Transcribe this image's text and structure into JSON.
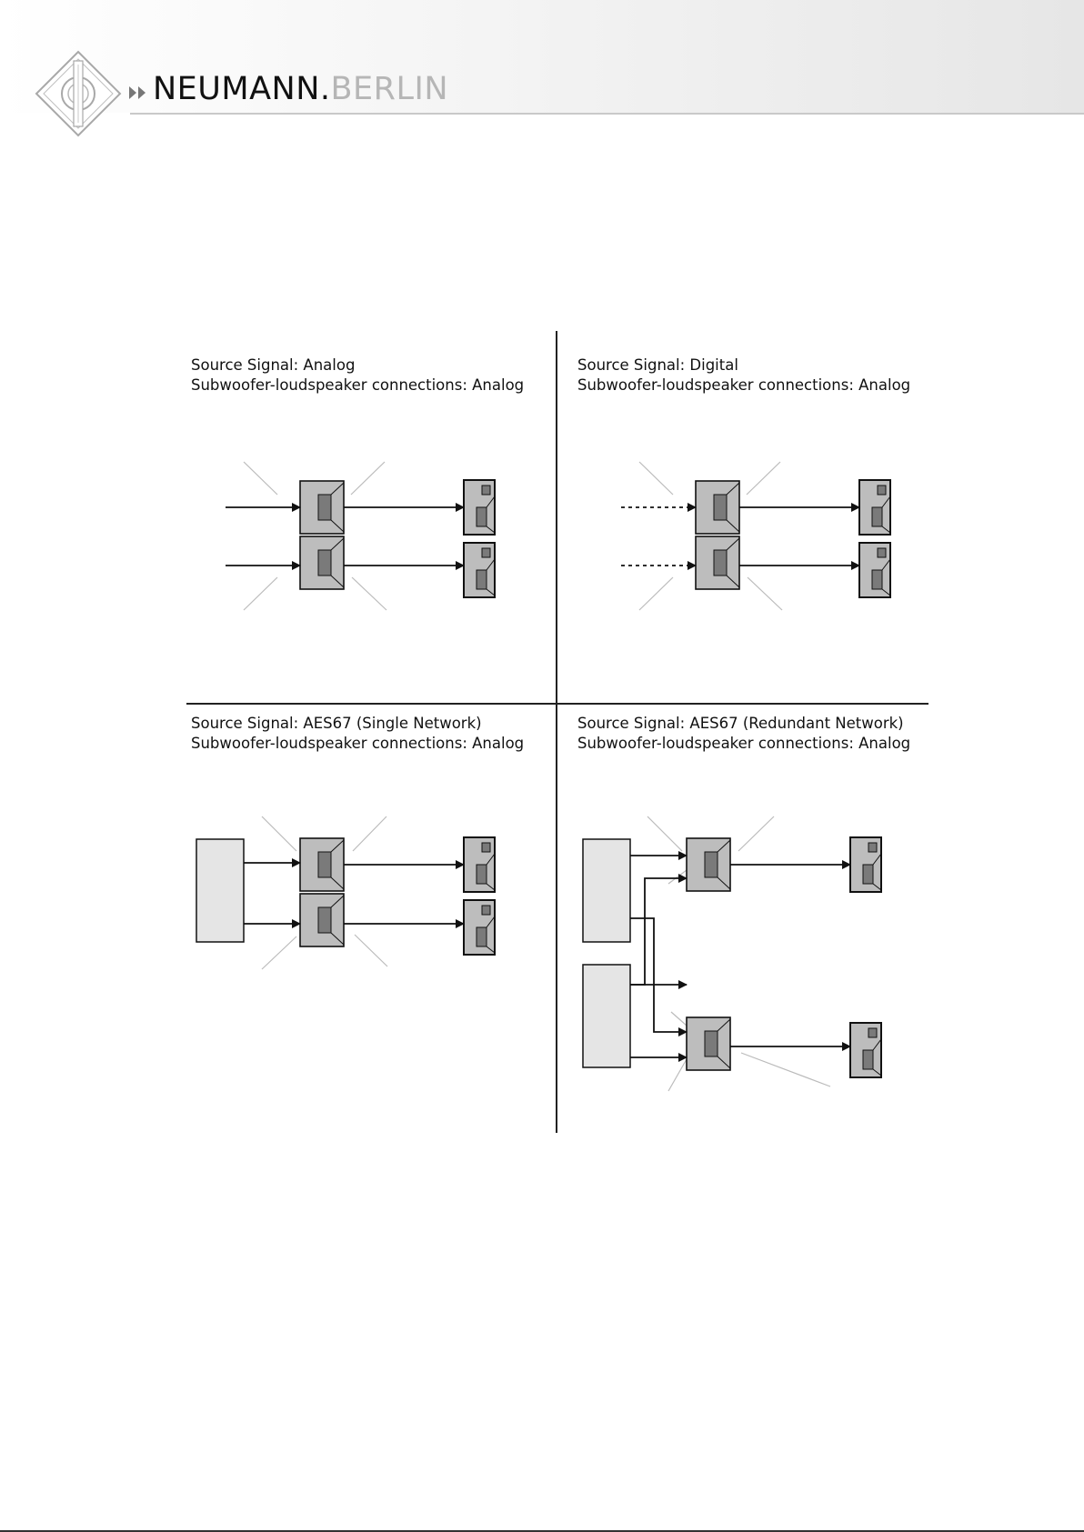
{
  "header": {
    "brand_name": "NEUMANN.",
    "brand_city": "BERLIN",
    "emblem_icon": "neumann-diamond-logo-icon"
  },
  "quadrants": [
    {
      "source_line": "Source Signal: Analog",
      "connection_line": "Subwoofer-loudspeaker connections: Analog"
    },
    {
      "source_line": "Source Signal: Digital",
      "connection_line": "Subwoofer-loudspeaker connections: Analog"
    },
    {
      "source_line": "Source Signal: AES67 (Single Network)",
      "connection_line": "Subwoofer-loudspeaker connections: Analog"
    },
    {
      "source_line": "Source Signal: AES67 (Redundant Network)",
      "connection_line": "Subwoofer-loudspeaker connections: Analog"
    }
  ],
  "colors": {
    "box_fill": "#bdbdbd",
    "driver_fill": "#7a7a7a",
    "network_fill": "#e5e5e5",
    "ray_color": "#bbbbbb",
    "line_color": "#111111"
  }
}
